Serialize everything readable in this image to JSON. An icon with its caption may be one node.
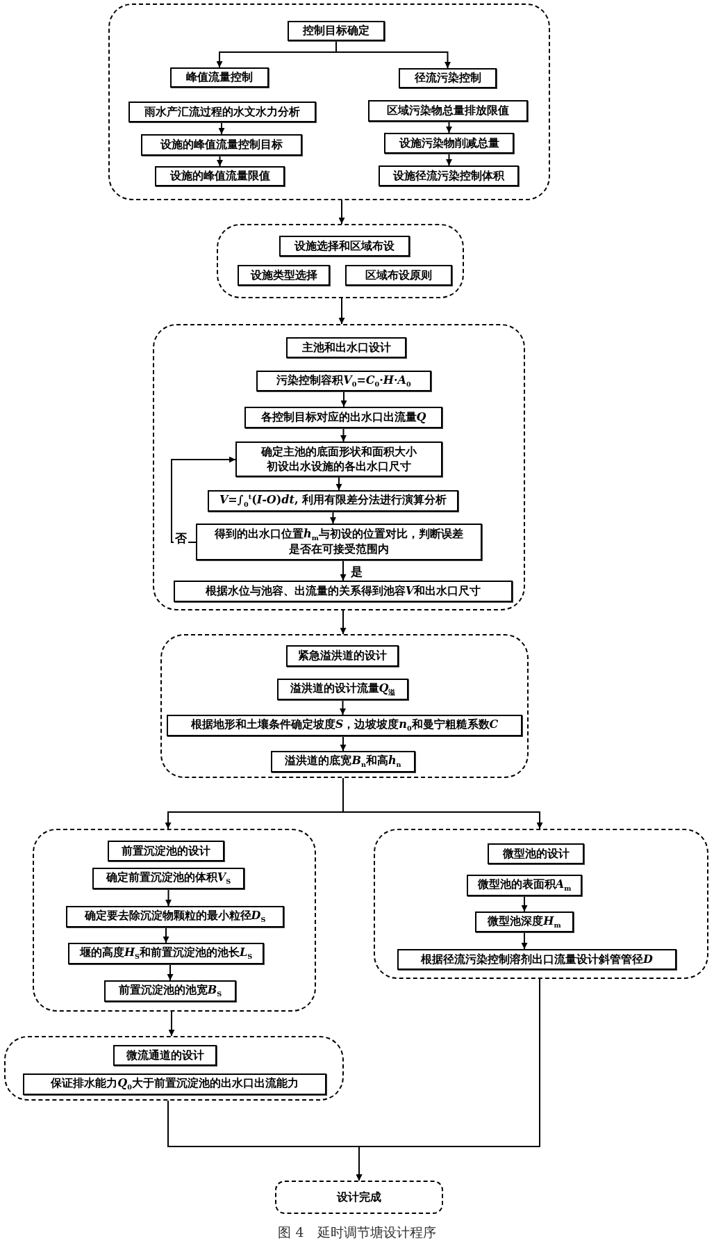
{
  "diagram": {
    "caption": "图 4　延时调节塘设计程序",
    "nodes": [
      {
        "text": [],
        "shape": "box"
      },
      {
        "text": [
          "控制目标确定"
        ],
        "in": 0
      },
      {
        "text": [
          "峰值流量控制"
        ],
        "in": 0
      },
      {
        "text": [
          "径流污染控制"
        ],
        "in": 0
      },
      {
        "text": [
          "雨水产汇流过程的水文水力分析"
        ],
        "in": 0
      },
      {
        "text": [
          "区域污染物总量排放限值"
        ],
        "in": 0
      },
      {
        "text": [
          "设施的峰值流量控制目标"
        ],
        "in": 0
      },
      {
        "text": [
          "设施污染物削减总量"
        ],
        "in": 0
      },
      {
        "text": [
          "设施的峰值流量限值"
        ],
        "in": 0
      },
      {
        "text": [
          "设施径流污染控制体积"
        ],
        "in": 0
      },
      {
        "text": [],
        "shape": "box"
      },
      {
        "text": [
          "设施选择和区域布设"
        ],
        "in": 10
      },
      {
        "text": [
          "设施类型选择"
        ],
        "in": 10
      },
      {
        "text": [
          "区域布设原则"
        ],
        "in": 10
      },
      {
        "text": [],
        "shape": "box"
      },
      {
        "text": [
          "主池和出水口设计"
        ],
        "in": 14
      },
      {
        "text": [
          "污染控制容积V$_{0}$=C$_{0}$·H·A$_{0}$"
        ],
        "in": 14
      },
      {
        "text": [
          "各控制目标对应的出水口出流量Q"
        ],
        "in": 14
      },
      {
        "text": [
          "确定主池的底面形状和面积大小初设出水设施的各出水口尺寸"
        ],
        "in": 14
      },
      {
        "text": [
          "V=∫$_{0}$$^{t}$(I-O)dt, 利用有限差分法进行演算分析"
        ],
        "in": 14
      },
      {
        "text": [
          "得到的出水口位置h$_{m}$与初设的位置对比，判断误差是否在可接受范围内"
        ],
        "in": 14
      },
      {
        "text": [
          "根据水位与池容、出流量的关系得到池容V和出水口尺寸"
        ],
        "in": 14
      },
      {
        "text": [],
        "shape": "box"
      },
      {
        "text": [
          "紧急溢洪道的设计"
        ],
        "in": 22
      },
      {
        "text": [
          "溢洪道的设计流量Q$_{溢}$"
        ],
        "in": 22
      },
      {
        "text": [
          "根据地形和土壤条件确定坡度S，边坡坡度n$_{0}$和曼宁粗糙系数C"
        ],
        "in": 22
      },
      {
        "text": [
          "溢洪道的底宽B$_{n}$和高h$_{n}$"
        ],
        "in": 22
      },
      {
        "text": [],
        "shape": "box"
      },
      {
        "text": [
          "前置沉淀池的设计"
        ],
        "in": 27
      },
      {
        "text": [
          "确定前置沉淀池的体积V$_{S}$"
        ],
        "in": 27
      },
      {
        "text": [
          "确定要去除沉淀物颗粒的最小粒径D$_{S}$"
        ],
        "in": 27
      },
      {
        "text": [
          "堰的高度H$_{S}$和前置沉淀池的池长L$_{S}$"
        ],
        "in": 27
      },
      {
        "text": [
          "前置沉淀池的池宽B$_{S}$"
        ],
        "in": 27
      },
      {
        "text": [],
        "shape": "box"
      },
      {
        "text": [
          "微型池的设计"
        ],
        "in": 33
      },
      {
        "text": [
          "微型池的表面积A$_{m}$"
        ],
        "in": 33
      },
      {
        "text": [
          "微型池深度H$_{m}$"
        ],
        "in": 33
      },
      {
        "text": [
          "根据径流污染控制溶剂出口流量设计斜管管径D"
        ],
        "in": 33
      },
      {
        "text": [],
        "shape": "box"
      },
      {
        "text": [
          "微流通道的设计"
        ],
        "in": 38
      },
      {
        "text": [
          "保证排水能力Q$_{0}$大于前置沉淀池的出水口出流能力"
        ],
        "in": 38
      },
      {
        "text": [
          "设计完成"
        ]
      }
    ],
    "edges": [
      {
        "from": 1,
        "to": 2,
        "arrow": "to"
      },
      {
        "from": 1,
        "to": 3,
        "arrow": "to"
      },
      {
        "from": 4,
        "to": 6,
        "arrow": "to"
      },
      {
        "from": 6,
        "to": 8,
        "arrow": "to"
      },
      {
        "from": 5,
        "to": 7,
        "arrow": "to"
      },
      {
        "from": 7,
        "to": 9,
        "arrow": "to"
      },
      {
        "from": 0,
        "to": 10,
        "arrow": "to"
      },
      {
        "from": 10,
        "to": 14,
        "arrow": "to"
      },
      {
        "from": 16,
        "to": 17,
        "arrow": "to"
      },
      {
        "from": 17,
        "to": 18,
        "arrow": "to"
      },
      {
        "from": 18,
        "to": 19,
        "arrow": "to"
      },
      {
        "from": 19,
        "to": 20,
        "arrow": "to"
      },
      {
        "from": 20,
        "to": 18,
        "arrow": "to",
        "label": "否"
      },
      {
        "from": 20,
        "to": 21,
        "arrow": "to",
        "label": "是"
      },
      {
        "from": 14,
        "to": 22,
        "arrow": "to"
      },
      {
        "from": 24,
        "to": 25,
        "arrow": "to"
      },
      {
        "from": 25,
        "to": 26,
        "arrow": "to"
      },
      {
        "from": 22,
        "to": 27,
        "arrow": "to"
      },
      {
        "from": 22,
        "to": 33,
        "arrow": "to"
      },
      {
        "from": 29,
        "to": 30,
        "arrow": "to"
      },
      {
        "from": 30,
        "to": 31,
        "arrow": "to"
      },
      {
        "from": 31,
        "to": 32,
        "arrow": "to"
      },
      {
        "from": 35,
        "to": 36,
        "arrow": "to"
      },
      {
        "from": 36,
        "to": 37,
        "arrow": "to"
      },
      {
        "from": 27,
        "to": 38,
        "arrow": "to"
      },
      {
        "from": 38,
        "to": 41,
        "arrow": "to"
      },
      {
        "from": 33,
        "to": 41,
        "arrow": "to"
      }
    ]
  }
}
